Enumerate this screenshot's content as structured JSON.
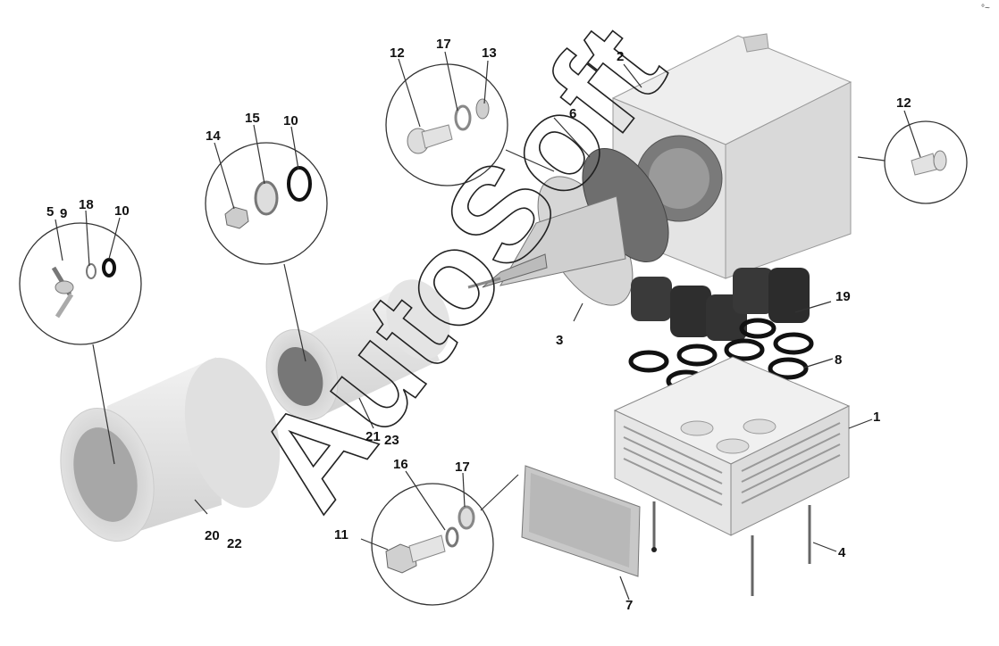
{
  "watermark": "AutoSoft",
  "corner_mark": "°~",
  "labels": {
    "n1": "1",
    "n2": "2",
    "n3": "3",
    "n4": "4",
    "n5": "5",
    "n6": "6",
    "n7": "7",
    "n8": "8",
    "n9": "9",
    "n10a": "10",
    "n10b": "10",
    "n11": "11",
    "n12a": "12",
    "n12b": "12",
    "n13": "13",
    "n14": "14",
    "n15": "15",
    "n16": "16",
    "n17a": "17",
    "n17b": "17",
    "n18": "18",
    "n19": "19",
    "n20": "20",
    "n21": "21",
    "n22": "22",
    "n23": "23"
  },
  "colors": {
    "part_fill": "#e6e6e6",
    "part_dark": "#8a8a8a",
    "line": "#333333"
  }
}
